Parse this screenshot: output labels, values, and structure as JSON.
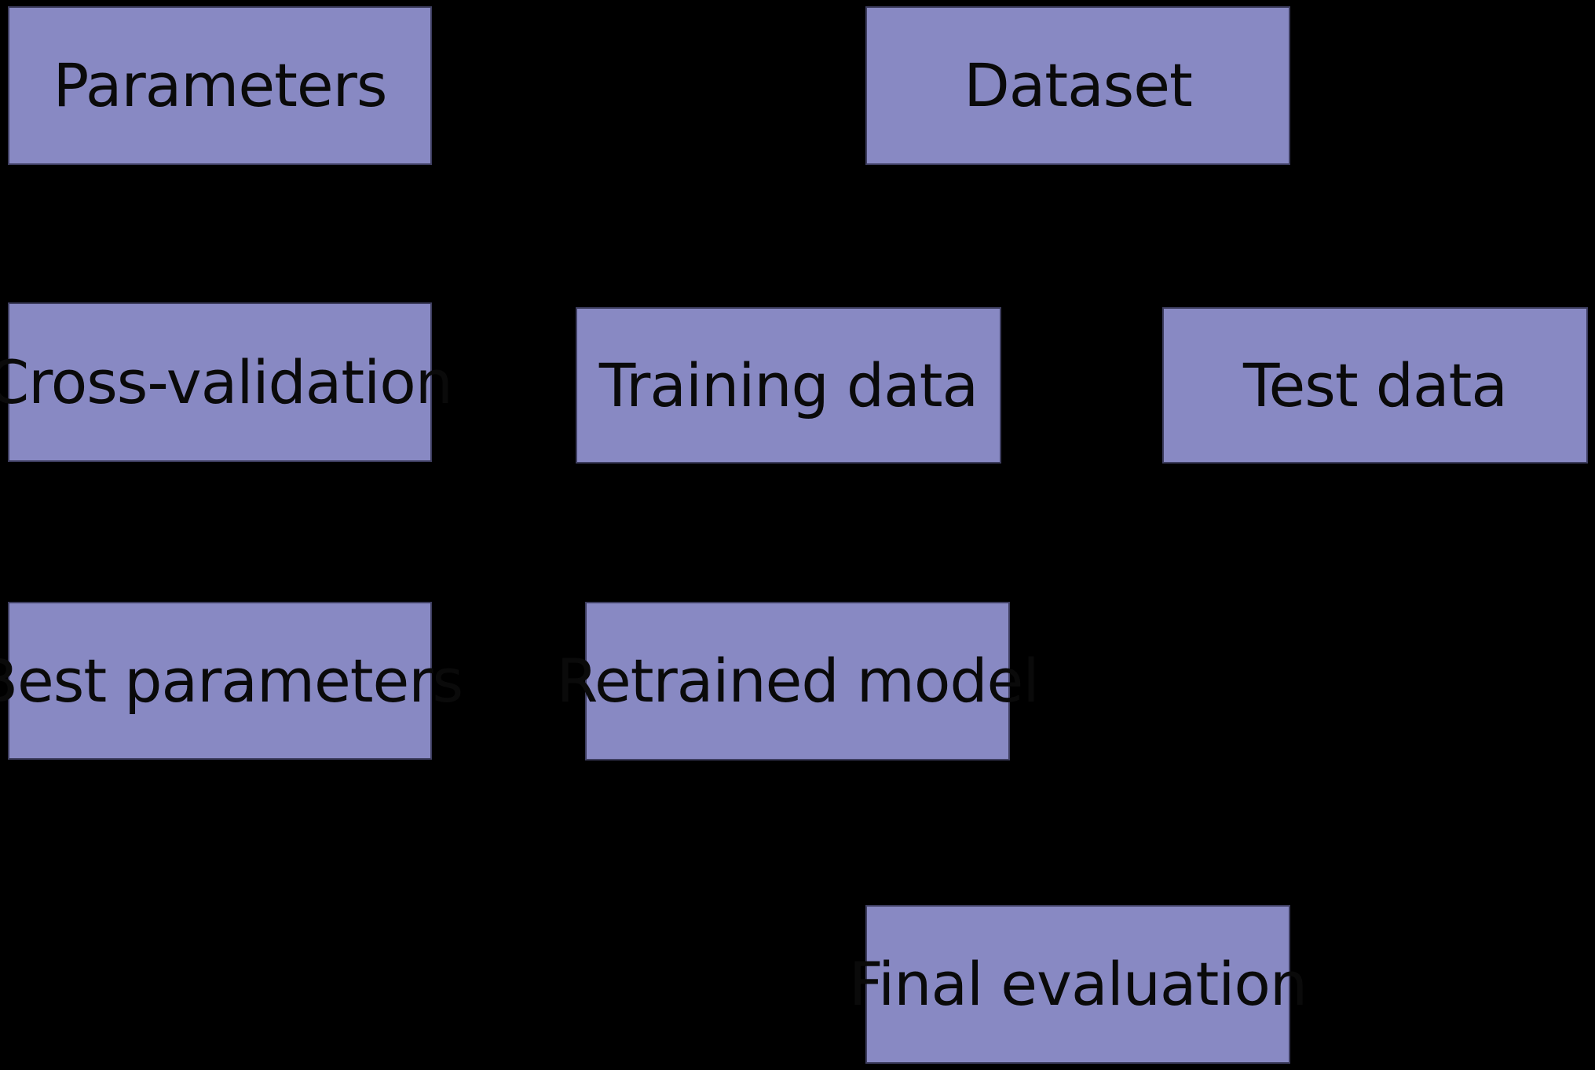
{
  "diagram": {
    "background_color": "#000000",
    "box_fill_color": "#8889c3",
    "box_border_color": "#3e3e60",
    "text_color": "#0a0a0a",
    "nodes": {
      "parameters": {
        "label": "Parameters"
      },
      "dataset": {
        "label": "Dataset"
      },
      "cross_validation": {
        "label": "Cross-validation"
      },
      "training_data": {
        "label": "Training data"
      },
      "test_data": {
        "label": "Test data"
      },
      "best_parameters": {
        "label": "Best parameters"
      },
      "retrained_model": {
        "label": "Retrained model"
      },
      "final_evaluation": {
        "label": "Final evaluation"
      }
    }
  }
}
